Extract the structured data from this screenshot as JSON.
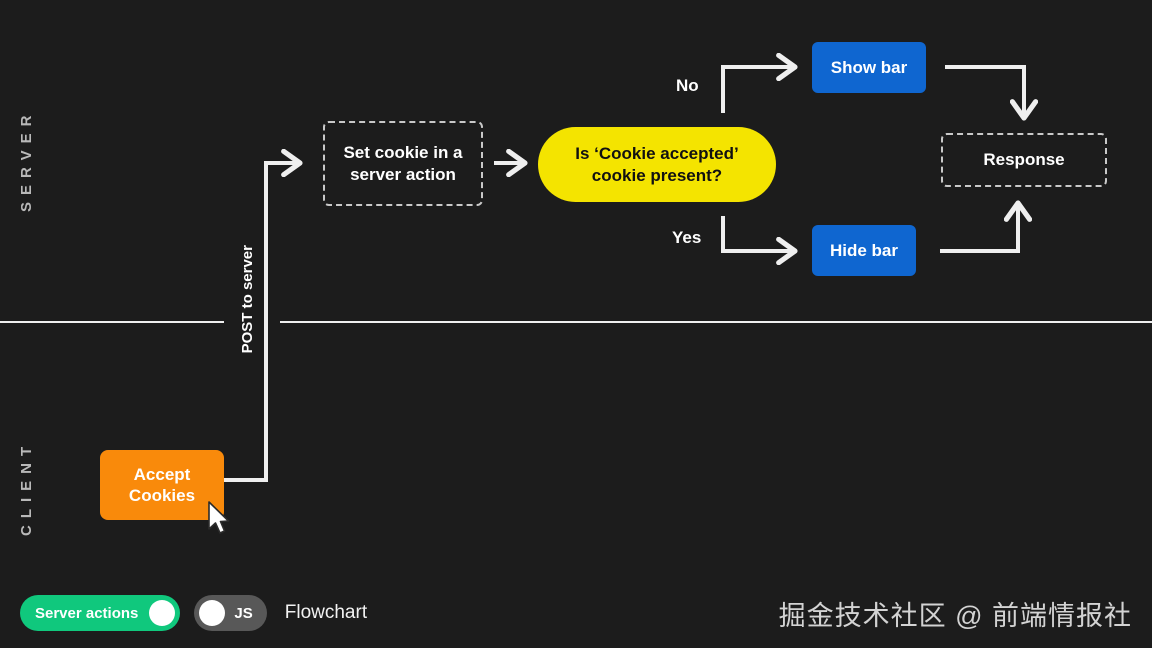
{
  "diagram": {
    "title": "Flowchart",
    "lanes": [
      {
        "name": "server",
        "label": "SERVER"
      },
      {
        "name": "client",
        "label": "CLIENT"
      }
    ],
    "nodes": [
      {
        "id": "accept-cookies",
        "label": "Accept\nCookies",
        "line1": "Accept",
        "line2": "Cookies",
        "style": "orange",
        "color": "#f98a0b"
      },
      {
        "id": "set-cookie",
        "line1": "Set cookie in a",
        "line2": "server action",
        "style": "dashed",
        "color": "#c9c9c9"
      },
      {
        "id": "decision",
        "line1": "Is ‘Cookie accepted’",
        "line2": "cookie present?",
        "style": "decision",
        "color": "#f4e400"
      },
      {
        "id": "show-bar",
        "label": "Show bar",
        "style": "blue",
        "color": "#0f66d0"
      },
      {
        "id": "hide-bar",
        "label": "Hide bar",
        "style": "blue",
        "color": "#0f66d0"
      },
      {
        "id": "response",
        "label": "Response",
        "style": "dashed",
        "color": "#c9c9c9"
      }
    ],
    "edges": [
      {
        "id": "post-to-server",
        "label": "POST to server",
        "from": "accept-cookies",
        "to": "set-cookie"
      },
      {
        "id": "set-cookie-to-decision",
        "label": "",
        "from": "set-cookie",
        "to": "decision"
      },
      {
        "id": "decision-no",
        "label": "No",
        "from": "decision",
        "to": "show-bar"
      },
      {
        "id": "decision-yes",
        "label": "Yes",
        "from": "decision",
        "to": "hide-bar"
      },
      {
        "id": "show-bar-to-response",
        "label": "",
        "from": "show-bar",
        "to": "response"
      },
      {
        "id": "hide-bar-to-response",
        "label": "",
        "from": "hide-bar",
        "to": "response"
      }
    ]
  },
  "controls": {
    "server_actions_toggle": {
      "label": "Server actions",
      "state": "on",
      "color": "#10c87d"
    },
    "js_toggle": {
      "label": "JS",
      "state": "off",
      "color": "#585858"
    },
    "caption": "Flowchart"
  },
  "watermark": "掘金技术社区 @ 前端情报社",
  "theme": {
    "background": "#1c1c1c",
    "line": "#efefef",
    "text": "#ffffff"
  }
}
